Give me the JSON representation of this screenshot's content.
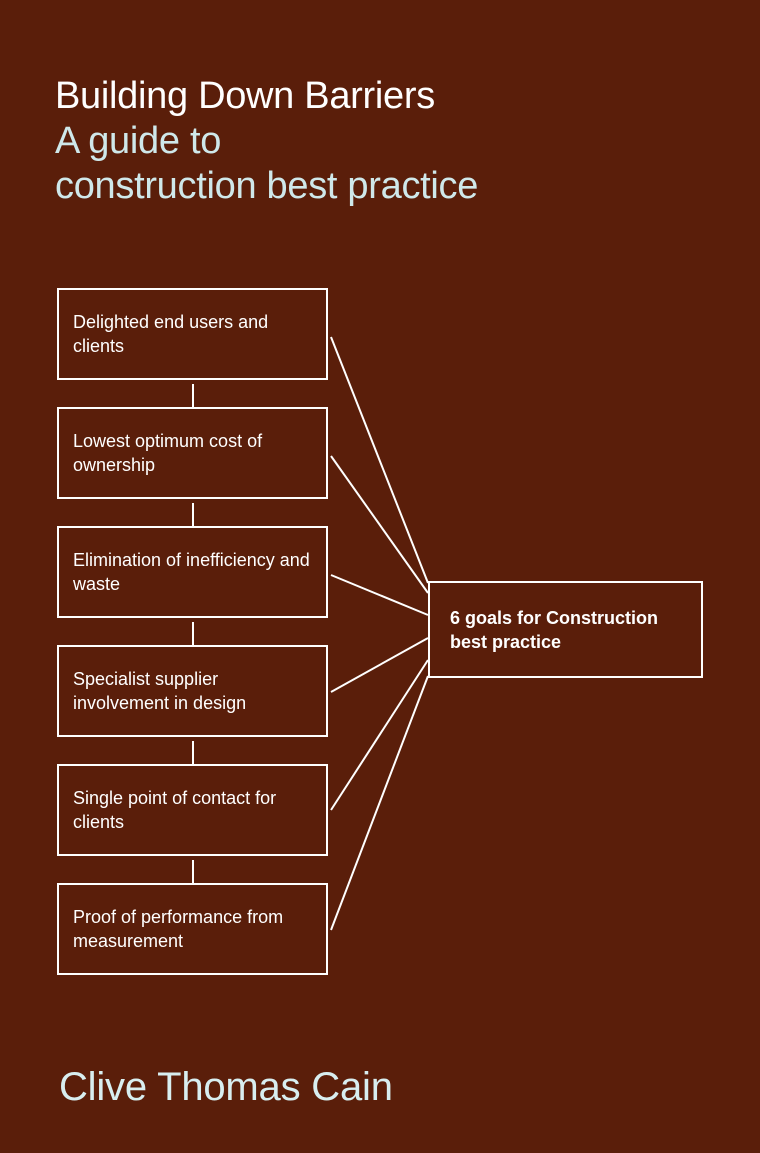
{
  "cover": {
    "title": "Building Down Barriers",
    "subtitle_line1": "A guide to",
    "subtitle_line2": "construction best practice",
    "author": "Clive Thomas Cain"
  },
  "diagram": {
    "center_label": "6 goals for Construction best practice",
    "goals": [
      {
        "label": "Delighted end users and clients"
      },
      {
        "label": "Lowest optimum cost of ownership"
      },
      {
        "label": "Elimination of inefficiency and waste"
      },
      {
        "label": "Specialist supplier involvement in design"
      },
      {
        "label": "Single point of contact for clients"
      },
      {
        "label": "Proof of performance from measurement"
      }
    ]
  },
  "colors": {
    "background": "#5a1e0a",
    "title": "#ffffff",
    "subtitle": "#cfe8ea",
    "lines": "#ffffff"
  }
}
